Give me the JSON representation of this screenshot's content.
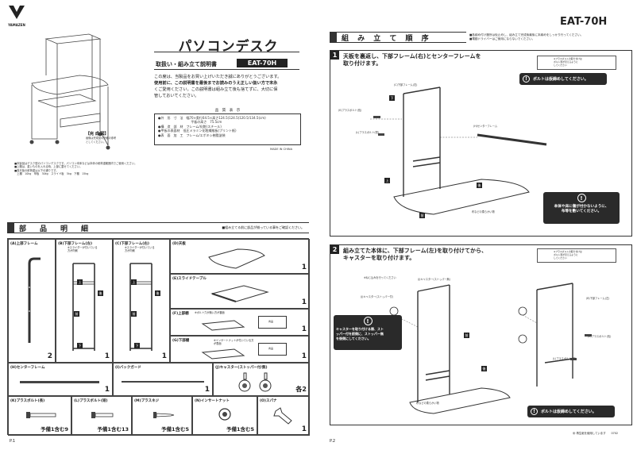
{
  "brand": {
    "name": "YAMAZEN"
  },
  "page1": {
    "title": "パソコンデスク",
    "subtitle": "取扱い・組み立て説明書",
    "model": "EAT-70H",
    "intro": [
      "この度は、当製品をお買い上げいただき誠にありがとうございます。",
      "使用前に、この説明書を最後までお読みのうえ正しい扱い方で末永",
      "くご愛用ください。この説明書は組み立て後も捨てずに、大切に保",
      "管しておいてください。"
    ],
    "spec_title": "品　質　表　示",
    "specs": [
      "●外　形　寸　法　幅70×奥行64.5×高さ124.5(124.5)120.5/134.5(cm)",
      "　　　　　　　　　　 平板の高さ　75.5cm",
      "●構　造　部　材　フレーム/化粧(スチール)",
      "●甲板の表面材　低圧メラミン化粧繊維板(プリント紙)",
      "●表　面　加　工　フレーム/エポキシ樹脂塗装"
    ],
    "made_in": "MADE IN CHINA",
    "complete_label": "【完 成 図】",
    "complete_note": [
      "画像は完成品の外観の参考",
      "としてください。"
    ],
    "notes": [
      "■本製品はデスク型のパソコンデスクです。パソコン本体などは本体の耐荷重範囲内でご使用ください。",
      "■上棚は、重いものを入れる時、上部に載せてください。",
      "■各天板の耐荷重は以下の通りです。",
      "　上棚　10kg　甲板　30kg　スライド板　5kg　下棚　15kg"
    ],
    "parts_title": "部　品　明　細",
    "parts_note": "■組み立てる前に部品が揃っている事をご確認ください。",
    "parts": [
      {
        "label": "(A)上部フレーム",
        "qty": "2"
      },
      {
        "label": "(B)下部フレーム(左)",
        "sub": "※スライダーが付いている方が内側",
        "qty": "1",
        "mark_front": "前",
        "mark_back": "後",
        "mark_top": "上",
        "mark_bottom": "下"
      },
      {
        "label": "(C)下部フレーム(右)",
        "sub": "※スライダーが付いている方が内側",
        "qty": "1",
        "mark_front": "前",
        "mark_back": "後",
        "mark_top": "上",
        "mark_bottom": "下"
      },
      {
        "label": "(D)天板",
        "qty": "1"
      },
      {
        "label": "(E)スライドテーブル",
        "qty": "1"
      },
      {
        "label": "(F)上部棚",
        "sub": "※ボルト穴が無い方が裏面",
        "qty": "1",
        "sticker": "商品"
      },
      {
        "label": "(G)下部棚",
        "sub": "※インサートナットが付いている方が表面",
        "qty": "1",
        "sticker": "商品"
      },
      {
        "label": "(H)センターフレーム",
        "qty": "1"
      },
      {
        "label": "(I)バックガード",
        "qty": "1"
      },
      {
        "label": "(J)キャスター(ストッパー付/無)",
        "qty": "各2"
      },
      {
        "label": "(K)プラスボルト(長)",
        "qty": "予備1含む9"
      },
      {
        "label": "(L)プラスボルト(短)",
        "qty": "予備1含む13"
      },
      {
        "label": "(M)プラスネジ",
        "qty": "予備1含む5"
      },
      {
        "label": "(N)インサートナット",
        "qty": "予備1含む5"
      },
      {
        "label": "(O)スパナ",
        "qty": "1"
      }
    ],
    "page_no": "P.1"
  },
  "page2": {
    "model": "EAT-70H",
    "title": "組 み 立 て 順 序",
    "notes": [
      "■各締め付け箇所は仮止めし、組み立て完成後最後に本締めをしっかり行ってください。",
      "■電動ドライバーはご使用にならないでください。"
    ],
    "step1": {
      "num": "1",
      "text": [
        "天板を裏返し、下部フレーム(右)とセンターフレームを",
        "取り付けます。"
      ],
      "warn1": "ボルトは仮締めしてください。",
      "warn2": [
        "本体や床に傷が付かないように、",
        "布等を敷いてください。"
      ],
      "labels": {
        "frame_right": "(C)下部フレーム(右)",
        "bolt_long": "(K)プラスボルト(長)",
        "bolt_short": "(L)プラスボルト(短)",
        "center": "(H)センターフレーム",
        "cloth": "布などの柔らかい物",
        "top": "上",
        "bottom": "下",
        "front": "前",
        "back": "後"
      },
      "tip": [
        "※プラスボルトの取り付けは",
        "ボルト頭が見えるように",
        "してください"
      ]
    },
    "step2": {
      "num": "2",
      "text": [
        "組み立てた本体に、下部フレーム(左)を取り付けてから、",
        "キャスターを取り付けます。"
      ],
      "warn1": [
        "キャスターを取り付ける際、スト",
        "ッパー付を前側に、ストッパー無",
        "を後側にしてください。"
      ],
      "warn2": "ボルトは仮締めしてください。",
      "labels": {
        "caster_stop_back": "(J)キャスター(ストッパー無)",
        "caster_stop_front": "(J)キャスター(ストッパー付)",
        "frame_left": "(B)下部フレーム(左)",
        "bolt_long": "(K)プラスボルト(長)",
        "bolt_short": "(L)プラスボルト(短)",
        "cloth": "布などの柔らかい物",
        "note": "※ねじ込みを行ってください",
        "front": "前",
        "back": "後"
      },
      "tip": [
        "※プラスボルトの取り付けは",
        "ボルト頭が見えるように",
        "してください"
      ]
    },
    "footer": "㊥ 再生紙を使用しています　　0702",
    "page_no": "P.2"
  }
}
